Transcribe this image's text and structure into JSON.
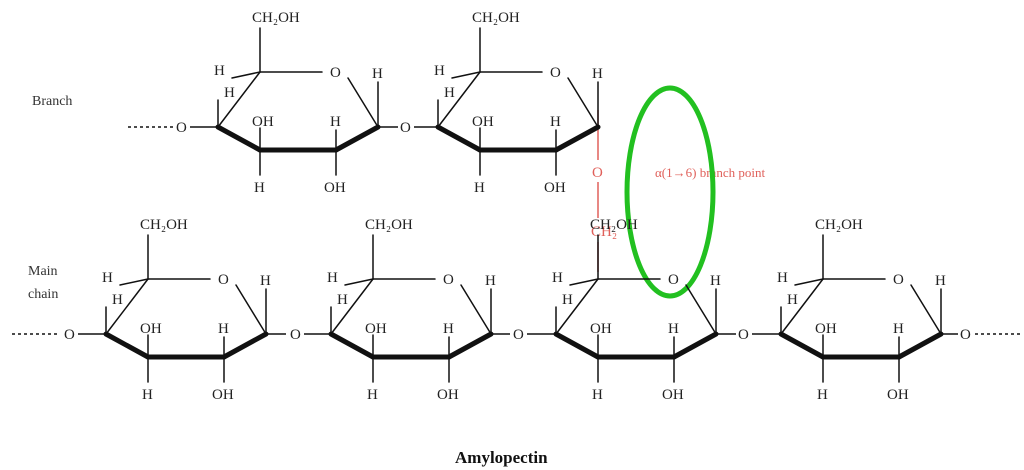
{
  "labels": {
    "branch": "Branch",
    "main_chain_line1": "Main",
    "main_chain_line2": "chain",
    "title": "Amylopectin",
    "branch_point": "α(1→6) branch point",
    "linkage_o": "O",
    "linkage_ch2": "CH₂",
    "chain_continues": "····O",
    "chain_continues_right": "O····"
  },
  "ring_labels": {
    "ch2oh": "CH₂OH",
    "ring_o": "O",
    "h": "H",
    "oh": "OH"
  },
  "colors": {
    "ink": "#111111",
    "branch_link": "#e0605a",
    "highlight": "#22c020"
  },
  "branch_rings": 2,
  "main_rings": 4
}
